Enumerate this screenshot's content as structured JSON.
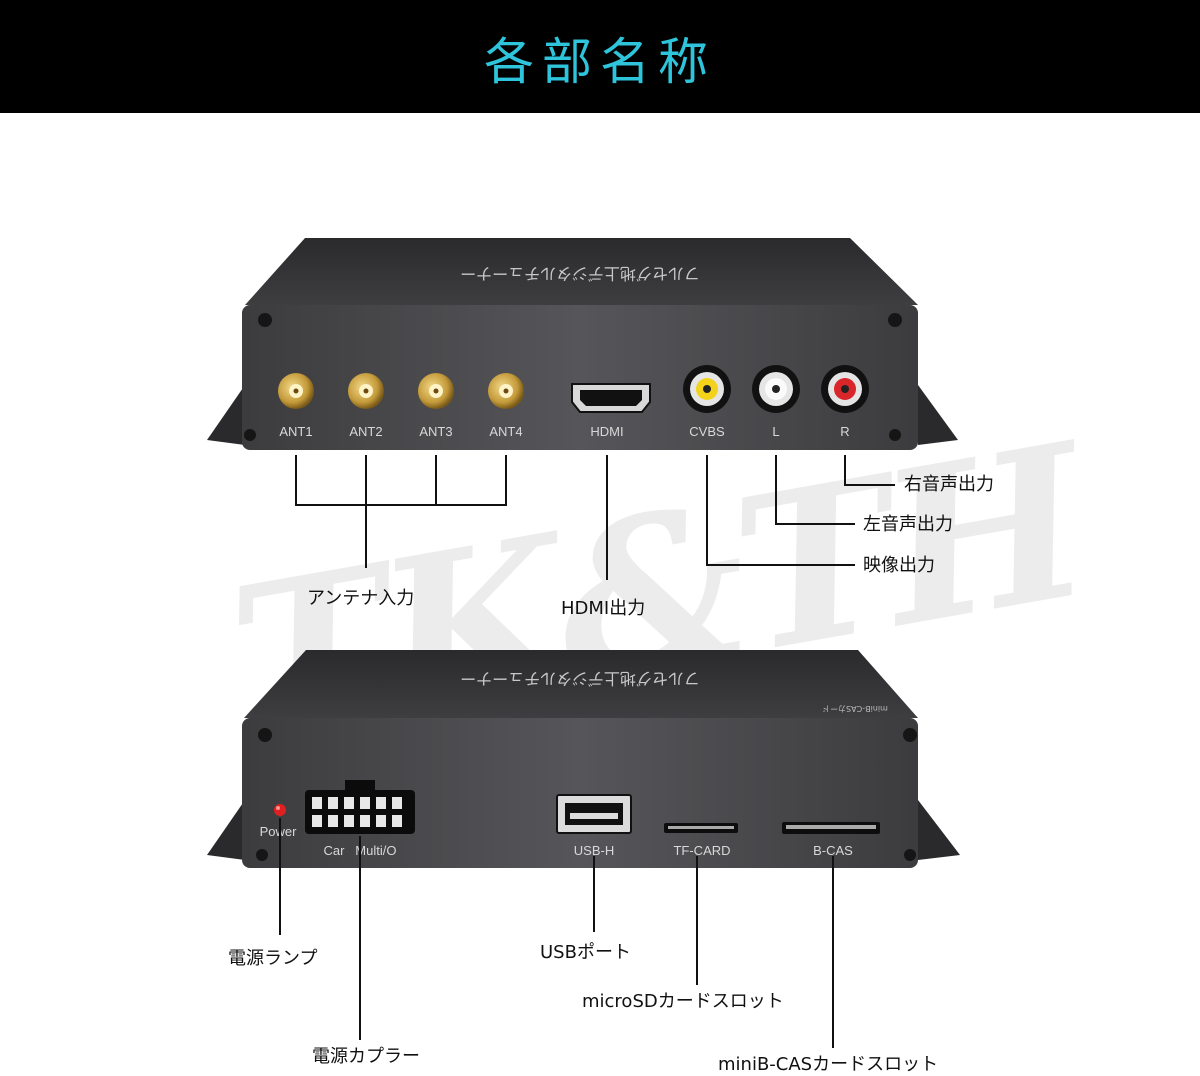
{
  "header": {
    "title": "各部名称"
  },
  "watermark": {
    "text": "TK&TH"
  },
  "device_top": {
    "top_print": "フルセグ地上デジタルチューナー",
    "port_labels": {
      "ant1": "ANT1",
      "ant2": "ANT2",
      "ant3": "ANT3",
      "ant4": "ANT4",
      "hdmi": "HDMI",
      "cvbs": "CVBS",
      "l": "L",
      "r": "R"
    }
  },
  "device_bottom": {
    "top_print": "フルセグ地上デジタルチューナー",
    "card_print": "miniB-CASカード",
    "port_labels": {
      "power": "Power",
      "car_multi": "Car   Multi/O",
      "usb": "USB-H",
      "tf": "TF-CARD",
      "bcas": "B-CAS"
    }
  },
  "callouts": {
    "antenna_in": "アンテナ入力",
    "hdmi_out": "HDMI出力",
    "audio_right": "右音声出力",
    "audio_left": "左音声出力",
    "video_out": "映像出力",
    "power_lamp": "電源ランプ",
    "power_coupler": "電源カプラー",
    "usb_port": "USBポート",
    "microsd_slot": "microSDカードスロット",
    "minibcas_slot": "miniB-CASカードスロット"
  },
  "colors": {
    "title": "#2ec5dc",
    "header_bg": "#000000",
    "device_body": "#4a4a4c"
  }
}
